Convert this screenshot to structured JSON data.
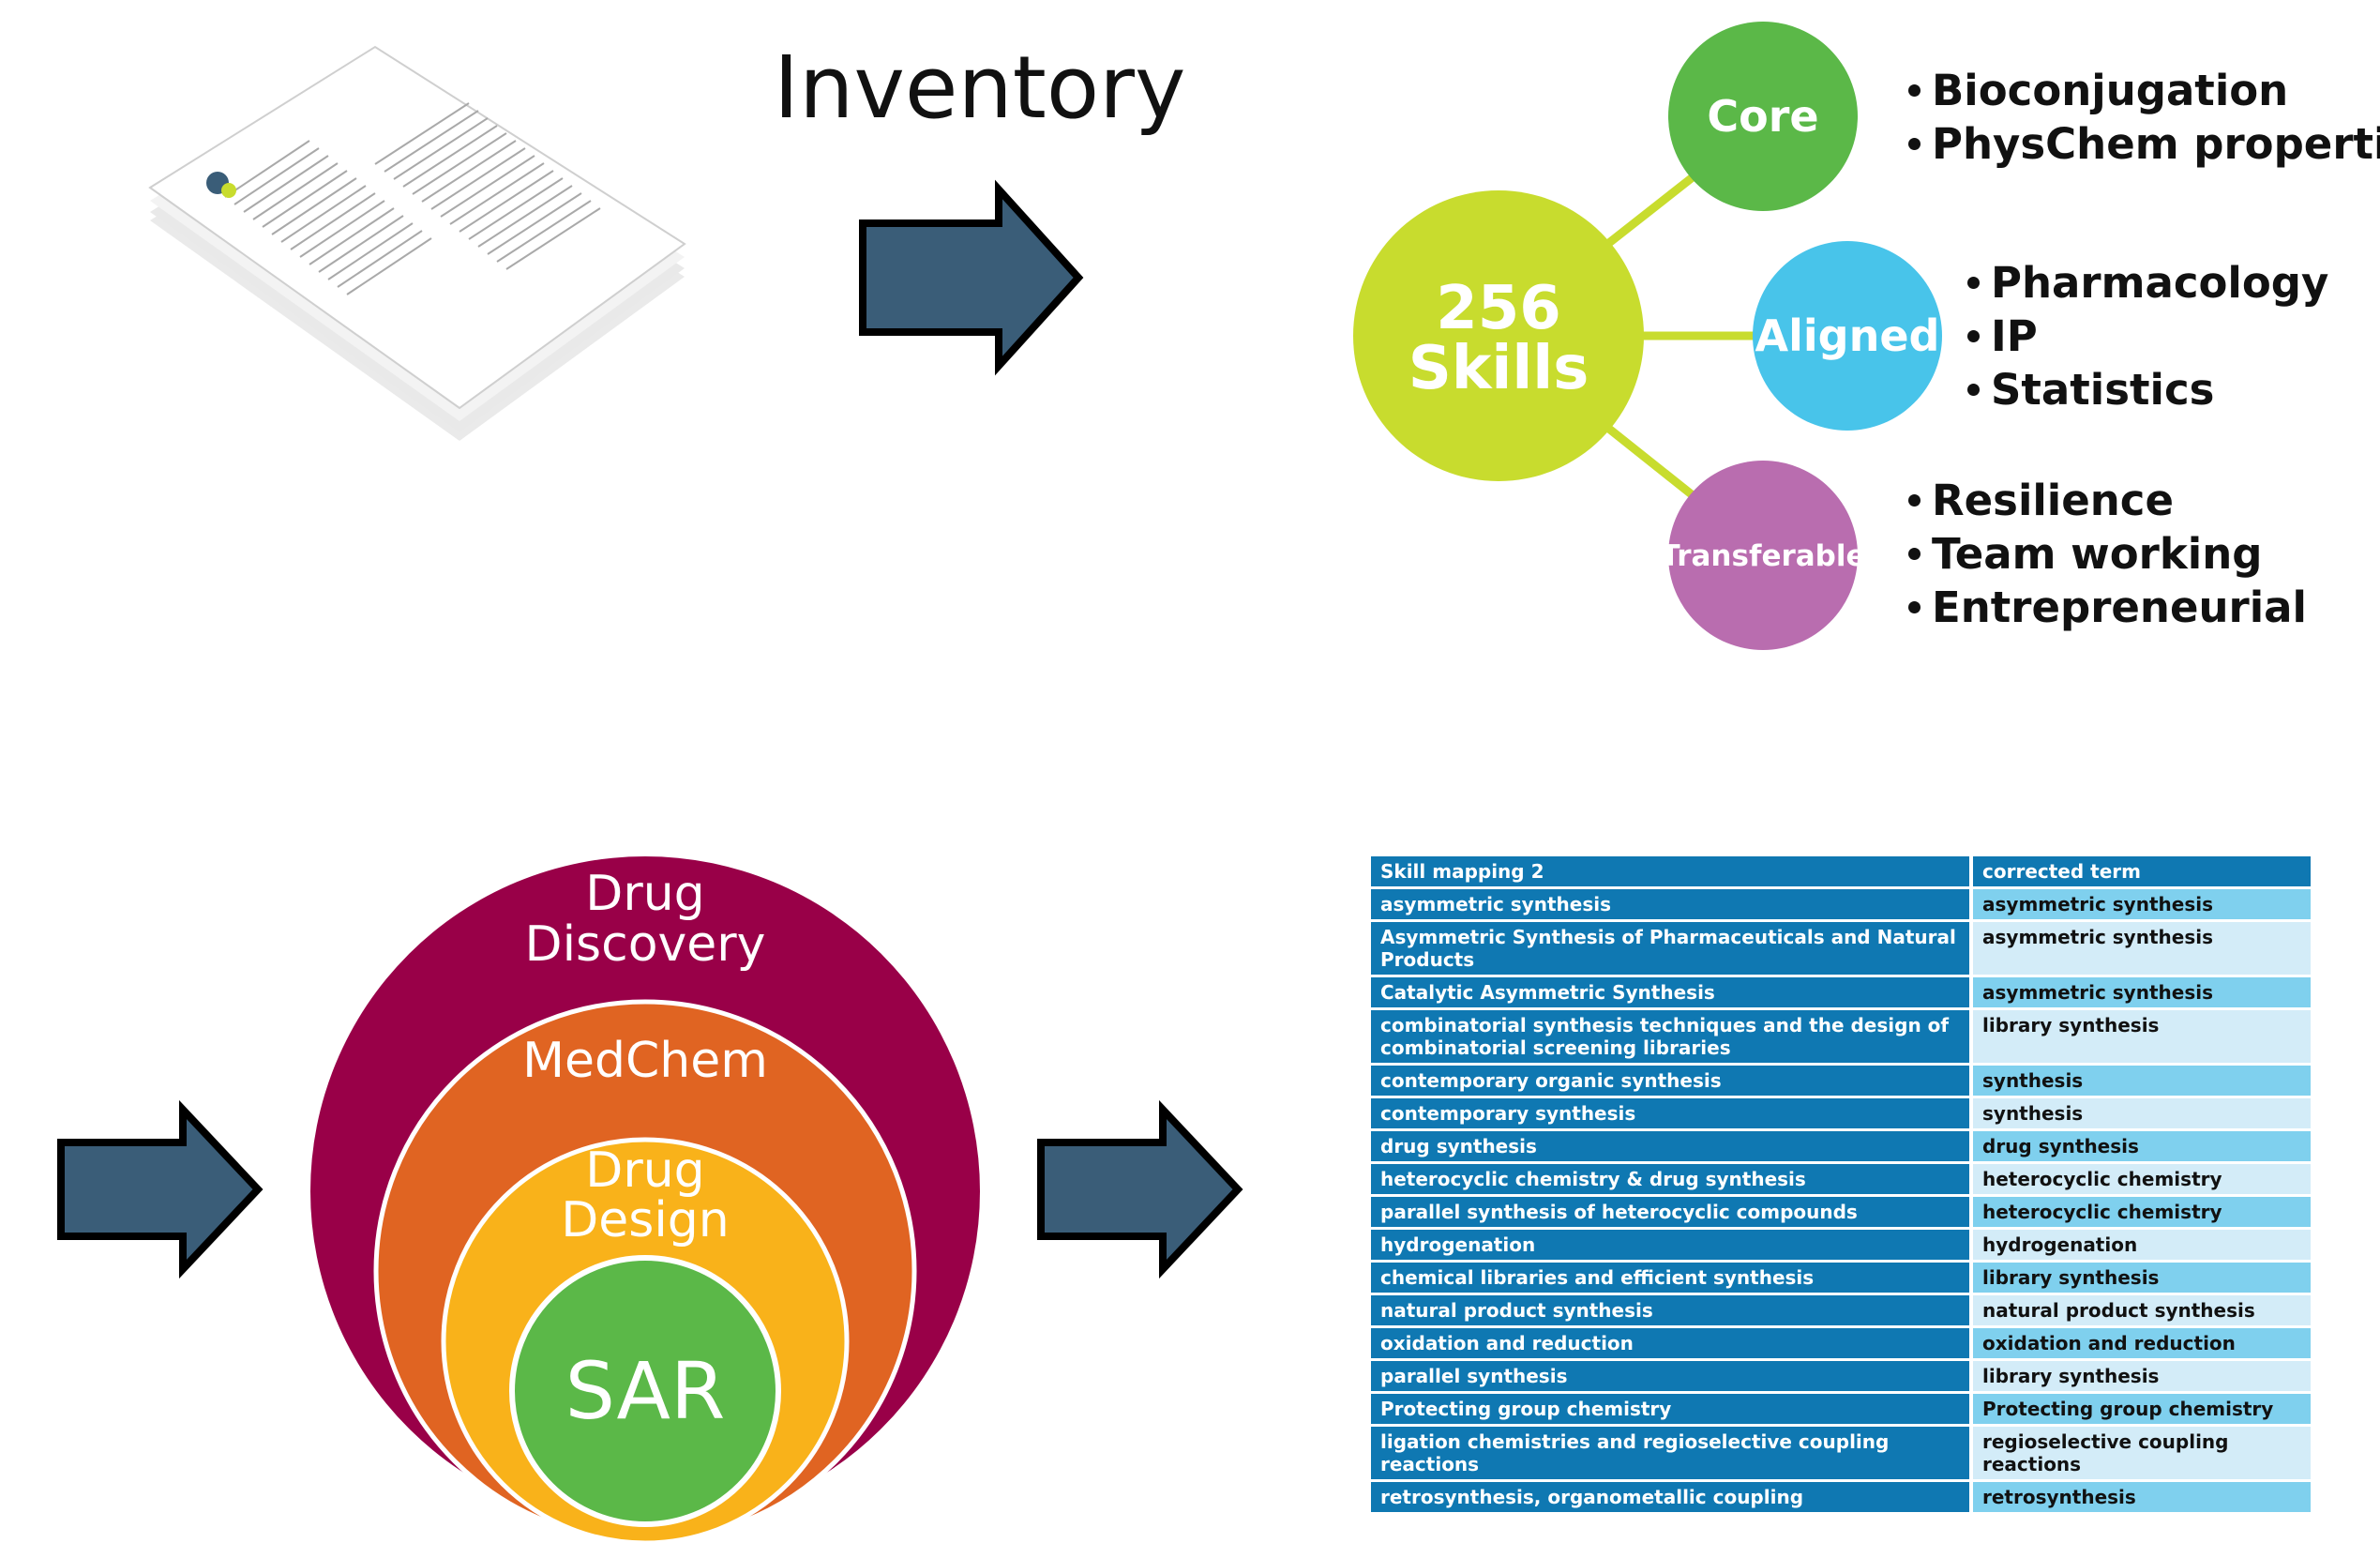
{
  "title": "Inventory",
  "skills_hub": {
    "center_line1": "256",
    "center_line2": "Skills",
    "core": {
      "label": "Core",
      "items": [
        "Bioconjugation",
        "PhysChem properties"
      ]
    },
    "aligned": {
      "label": "Aligned",
      "items": [
        "Pharmacology",
        "IP",
        "Statistics"
      ]
    },
    "transferable": {
      "label": "Transferable",
      "items": [
        "Resilience",
        "Team working",
        "Entrepreneurial"
      ]
    }
  },
  "nested_circles": {
    "outer_line1": "Drug",
    "outer_line2": "Discovery",
    "second": "MedChem",
    "third_line1": "Drug",
    "third_line2": "Design",
    "inner": "SAR"
  },
  "mapping_table": {
    "header": [
      "Skill mapping 2",
      "corrected term"
    ],
    "rows": [
      [
        "asymmetric synthesis",
        "asymmetric synthesis"
      ],
      [
        "Asymmetric Synthesis of Pharmaceuticals and Natural Products",
        "asymmetric synthesis"
      ],
      [
        "Catalytic Asymmetric Synthesis",
        "asymmetric synthesis"
      ],
      [
        "combinatorial synthesis techniques and the design of combinatorial screening libraries",
        "library synthesis"
      ],
      [
        "contemporary organic synthesis",
        "synthesis"
      ],
      [
        "contemporary synthesis",
        "synthesis"
      ],
      [
        "drug synthesis",
        "drug synthesis"
      ],
      [
        "heterocyclic chemistry & drug synthesis",
        "heterocyclic chemistry"
      ],
      [
        "parallel synthesis of heterocyclic compounds",
        "heterocyclic chemistry"
      ],
      [
        "hydrogenation",
        "hydrogenation"
      ],
      [
        "chemical libraries and efficient synthesis",
        "library synthesis"
      ],
      [
        "natural product synthesis",
        "natural product synthesis"
      ],
      [
        "oxidation and reduction",
        "oxidation and reduction"
      ],
      [
        "parallel synthesis",
        "library synthesis"
      ],
      [
        "Protecting group chemistry",
        "Protecting group chemistry"
      ],
      [
        "ligation chemistries and regioselective coupling reactions",
        "regioselective coupling reactions"
      ],
      [
        "retrosynthesis, organometallic coupling",
        "retrosynthesis"
      ]
    ]
  },
  "colors": {
    "arrow_fill": "#3a5d78",
    "hub_center": "#c8dc2e",
    "core": "#5bb848",
    "aligned": "#48c4ea",
    "transferable": "#b96daf",
    "outer_ring": "#990048",
    "medchem_ring": "#e06422",
    "design_ring": "#f9b21a",
    "sar": "#5bb848",
    "table_dark": "#0f78b2",
    "table_light": "#7fd0ee",
    "table_pale": "#d3ecf8"
  }
}
